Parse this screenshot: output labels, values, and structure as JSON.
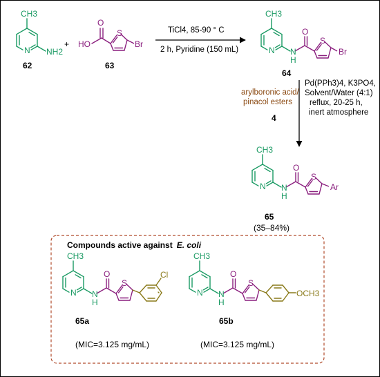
{
  "colors": {
    "pyridine_green": "#1a9a63",
    "thiophene_purple": "#8a1e7e",
    "aryl_olive": "#8a7a1a",
    "reagent_brown": "#8b4a13",
    "box_border": "#b04a2a",
    "black": "#000000"
  },
  "atoms": {
    "ch3": "CH3",
    "n": "N",
    "nh2": "NH2",
    "nh_n": "N",
    "nh_h": "H",
    "o": "O",
    "s": "S",
    "br": "Br",
    "ho": "HO",
    "ar": "Ar",
    "cl": "Cl",
    "och3": "OCH3"
  },
  "compounds": {
    "c62": "62",
    "c63": "63",
    "c64": "64",
    "c65": "65",
    "c65_yield": "(35–84%)",
    "c65a": "65a",
    "c65b": "65b",
    "reagent4": "4"
  },
  "plus": "+",
  "step1": {
    "line1": "TiCl4, 85-90 ° C",
    "line2": "2 h, Pyridine (150 mL)"
  },
  "step2": {
    "reagent_line1": "arylboronic acid/",
    "reagent_line2": "pinacol esters",
    "cond_line1": "Pd(PPh3)4, K3PO4,",
    "cond_line2": "Solvent/Water (4:1)",
    "cond_line3": "reflux, 20-25 h,",
    "cond_line4": "inert atmosphere"
  },
  "box": {
    "title_prefix": "Compounds active against",
    "title_species": "E. coli",
    "mic_a": "(MIC=3.125 mg/mL)",
    "mic_b": "(MIC=3.125 mg/mL)"
  }
}
